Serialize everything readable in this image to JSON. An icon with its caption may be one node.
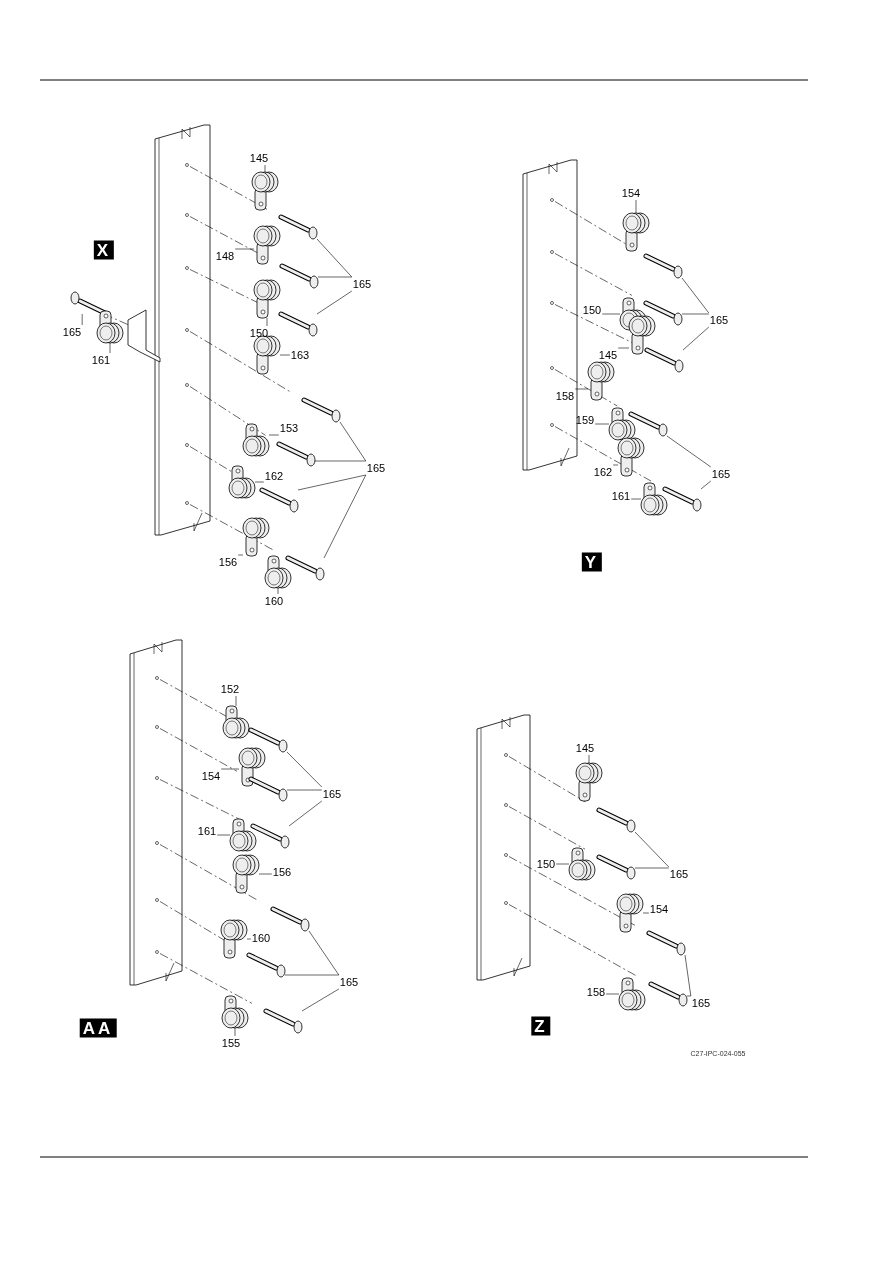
{
  "diagram": {
    "nodes": [
      {
        "text": [
          "145"
        ]
      },
      {
        "text": [
          "148"
        ]
      },
      {
        "text": [
          "165"
        ]
      },
      {
        "text": [
          "165"
        ]
      },
      {
        "text": [
          "161"
        ]
      },
      {
        "text": [
          "150"
        ]
      },
      {
        "text": [
          "163"
        ]
      },
      {
        "text": [
          "153"
        ]
      },
      {
        "text": [
          "162"
        ]
      },
      {
        "text": [
          "165"
        ]
      },
      {
        "text": [
          "156"
        ]
      },
      {
        "text": [
          "160"
        ]
      },
      {
        "text": [
          "154"
        ]
      },
      {
        "text": [
          "150"
        ]
      },
      {
        "text": [
          "165"
        ]
      },
      {
        "text": [
          "145"
        ]
      },
      {
        "text": [
          "158"
        ]
      },
      {
        "text": [
          "159"
        ]
      },
      {
        "text": [
          "162"
        ]
      },
      {
        "text": [
          "165"
        ]
      },
      {
        "text": [
          "161"
        ]
      },
      {
        "text": [
          "152"
        ]
      },
      {
        "text": [
          "154"
        ]
      },
      {
        "text": [
          "165"
        ]
      },
      {
        "text": [
          "161"
        ]
      },
      {
        "text": [
          "156"
        ]
      },
      {
        "text": [
          "160"
        ]
      },
      {
        "text": [
          "165"
        ]
      },
      {
        "text": [
          "155"
        ]
      },
      {
        "text": [
          "145"
        ]
      },
      {
        "text": [
          "150"
        ]
      },
      {
        "text": [
          "165"
        ]
      },
      {
        "text": [
          "154"
        ]
      },
      {
        "text": [
          "165"
        ]
      },
      {
        "text": [
          "158"
        ]
      },
      {
        "text": [],
        "shape": "picture"
      },
      {
        "text": [],
        "shape": "picture"
      },
      {
        "text": [],
        "shape": "picture"
      },
      {
        "text": [],
        "shape": "picture"
      },
      {
        "text": [],
        "shape": "picture"
      },
      {
        "text": [],
        "shape": "picture"
      },
      {
        "text": [],
        "shape": "picture"
      },
      {
        "text": [],
        "shape": "picture"
      },
      {
        "text": [],
        "shape": "picture"
      },
      {
        "text": [],
        "shape": "picture"
      },
      {
        "text": [],
        "shape": "picture"
      },
      {
        "text": [],
        "shape": "picture"
      },
      {
        "text": [],
        "shape": "picture"
      },
      {
        "text": [],
        "shape": "picture"
      },
      {
        "text": [],
        "shape": "picture"
      },
      {
        "text": [],
        "shape": "picture"
      },
      {
        "text": [],
        "shape": "picture"
      },
      {
        "text": [],
        "shape": "picture"
      },
      {
        "text": [],
        "shape": "picture"
      },
      {
        "text": [],
        "shape": "picture"
      },
      {
        "text": [],
        "shape": "picture"
      },
      {
        "text": [],
        "shape": "picture"
      },
      {
        "text": [],
        "shape": "picture"
      },
      {
        "text": [],
        "shape": "picture"
      },
      {
        "text": [],
        "shape": "picture"
      },
      {
        "text": [],
        "shape": "picture"
      },
      {
        "text": [],
        "shape": "picture"
      },
      {
        "text": [],
        "shape": "picture"
      },
      {
        "text": [],
        "shape": "picture"
      },
      {
        "text": [],
        "shape": "picture"
      },
      {
        "text": [],
        "shape": "picture"
      },
      {
        "text": [],
        "shape": "picture"
      },
      {
        "text": [],
        "shape": "picture"
      },
      {
        "text": [],
        "shape": "picture"
      },
      {
        "text": [],
        "shape": "picture"
      },
      {
        "text": [],
        "shape": "picture"
      },
      {
        "text": [],
        "shape": "picture"
      },
      {
        "text": [],
        "shape": "picture"
      },
      {
        "text": [],
        "shape": "picture"
      },
      {
        "text": [],
        "shape": "picture"
      },
      {
        "text": [],
        "shape": "picture"
      },
      {
        "text": [],
        "shape": "picture"
      },
      {
        "text": [],
        "shape": "picture"
      },
      {
        "text": [],
        "shape": "picture"
      },
      {
        "text": [],
        "shape": "picture"
      },
      {
        "text": [],
        "shape": "picture"
      },
      {
        "text": [],
        "shape": "picture"
      },
      {
        "text": [],
        "shape": "picture"
      },
      {
        "text": [],
        "shape": "picture"
      }
    ],
    "edges": [
      {
        "from": 0,
        "to": 35,
        "arrow": "none"
      },
      {
        "from": 1,
        "to": 36,
        "arrow": "none"
      },
      {
        "from": 2,
        "to": 37,
        "arrow": "none"
      },
      {
        "from": 2,
        "to": 38,
        "arrow": "none"
      },
      {
        "from": 2,
        "to": 39,
        "arrow": "none"
      },
      {
        "from": 3,
        "to": 40,
        "arrow": "none"
      },
      {
        "from": 4,
        "to": 41,
        "arrow": "none"
      },
      {
        "from": 5,
        "to": 42,
        "arrow": "none"
      },
      {
        "from": 6,
        "to": 43,
        "arrow": "none"
      },
      {
        "from": 7,
        "to": 44,
        "arrow": "none"
      },
      {
        "from": 8,
        "to": 45,
        "arrow": "none"
      },
      {
        "from": 9,
        "to": 46,
        "arrow": "none"
      },
      {
        "from": 9,
        "to": 47,
        "arrow": "none"
      },
      {
        "from": 9,
        "to": 48,
        "arrow": "none"
      },
      {
        "from": 9,
        "to": 49,
        "arrow": "none"
      },
      {
        "from": 10,
        "to": 50,
        "arrow": "none"
      },
      {
        "from": 11,
        "to": 51,
        "arrow": "none"
      },
      {
        "from": 12,
        "to": 52,
        "arrow": "none"
      },
      {
        "from": 13,
        "to": 53,
        "arrow": "none"
      },
      {
        "from": 14,
        "to": 54,
        "arrow": "none"
      },
      {
        "from": 14,
        "to": 55,
        "arrow": "none"
      },
      {
        "from": 14,
        "to": 56,
        "arrow": "none"
      },
      {
        "from": 15,
        "to": 57,
        "arrow": "none"
      },
      {
        "from": 16,
        "to": 58,
        "arrow": "none"
      },
      {
        "from": 17,
        "to": 59,
        "arrow": "none"
      },
      {
        "from": 18,
        "to": 60,
        "arrow": "none"
      },
      {
        "from": 19,
        "to": 61,
        "arrow": "none"
      },
      {
        "from": 19,
        "to": 62,
        "arrow": "none"
      },
      {
        "from": 20,
        "to": 63,
        "arrow": "none"
      },
      {
        "from": 21,
        "to": 64,
        "arrow": "none"
      },
      {
        "from": 22,
        "to": 65,
        "arrow": "none"
      },
      {
        "from": 23,
        "to": 66,
        "arrow": "none"
      },
      {
        "from": 23,
        "to": 67,
        "arrow": "none"
      },
      {
        "from": 23,
        "to": 68,
        "arrow": "none"
      },
      {
        "from": 24,
        "to": 69,
        "arrow": "none"
      },
      {
        "from": 25,
        "to": 70,
        "arrow": "none"
      },
      {
        "from": 26,
        "to": 71,
        "arrow": "none"
      },
      {
        "from": 27,
        "to": 72,
        "arrow": "none"
      },
      {
        "from": 27,
        "to": 73,
        "arrow": "none"
      },
      {
        "from": 27,
        "to": 74,
        "arrow": "none"
      },
      {
        "from": 28,
        "to": 75,
        "arrow": "none"
      },
      {
        "from": 29,
        "to": 76,
        "arrow": "none"
      },
      {
        "from": 30,
        "to": 77,
        "arrow": "none"
      },
      {
        "from": 31,
        "to": 78,
        "arrow": "none"
      },
      {
        "from": 31,
        "to": 79,
        "arrow": "none"
      },
      {
        "from": 32,
        "to": 80,
        "arrow": "none"
      },
      {
        "from": 33,
        "to": 81,
        "arrow": "none"
      },
      {
        "from": 33,
        "to": 82,
        "arrow": "none"
      },
      {
        "from": 34,
        "to": 83,
        "arrow": "none"
      }
    ],
    "labels": [
      "X",
      "Y",
      "AA",
      "Z",
      "C27-IPC-024-055"
    ]
  }
}
